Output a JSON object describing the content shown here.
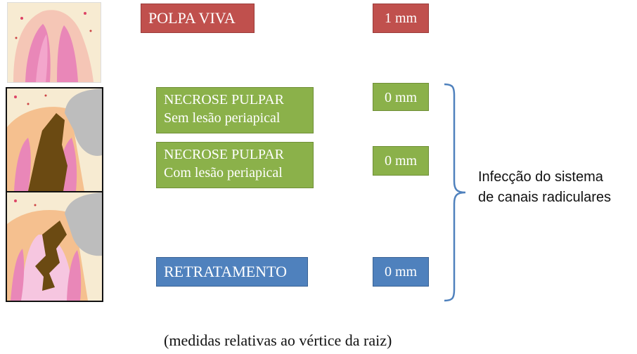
{
  "rows": [
    {
      "label": "POLPA VIVA",
      "value": "1 mm"
    },
    {
      "label_line1": "NECROSE PULPAR",
      "label_line2": "Sem lesão periapical",
      "value": "0 mm"
    },
    {
      "label_line1": "NECROSE PULPAR",
      "label_line2": "Com lesão periapical",
      "value": "0 mm"
    },
    {
      "label": "RETRATAMENTO",
      "value": "0 mm"
    }
  ],
  "bracket_text": {
    "line1": "Infecção do sistema",
    "line2": "de canais radiculares"
  },
  "footnote": "(medidas relativas ao vértice da raiz)",
  "colors": {
    "red": "#c0504d",
    "green": "#8bb14a",
    "blue": "#4f81bd",
    "bracket": "#4f81bd"
  },
  "images": [
    "tooth-vital-pulp-icon",
    "tooth-necrosis-icon",
    "tooth-retreatment-icon"
  ]
}
